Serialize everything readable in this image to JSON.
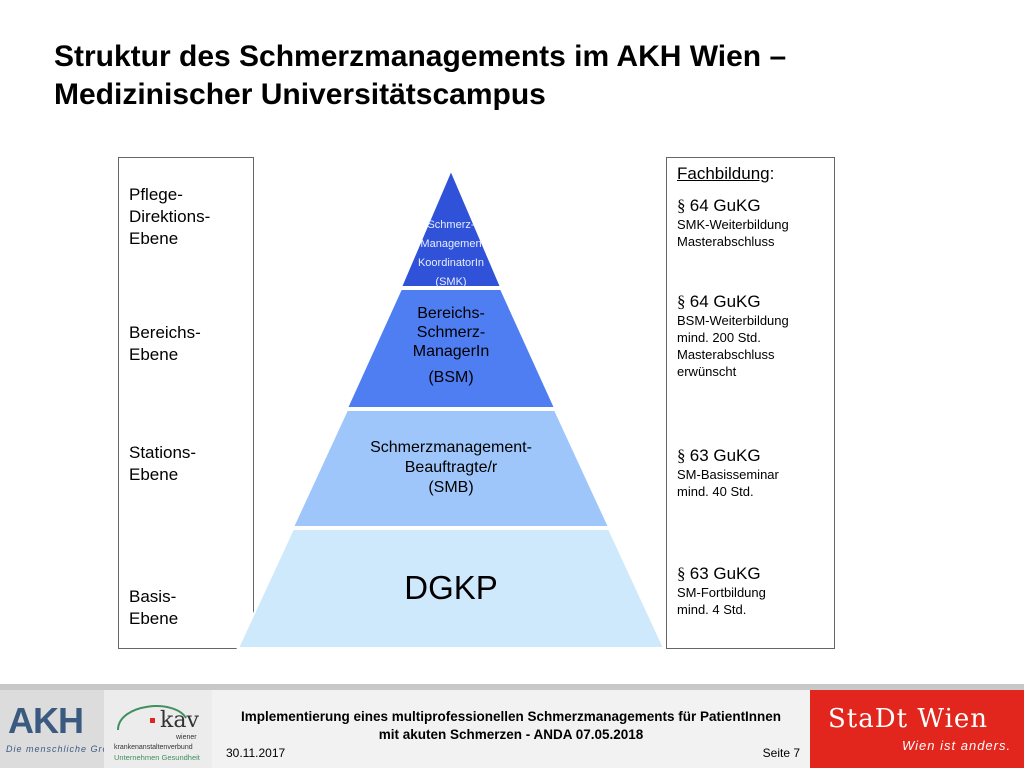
{
  "slide": {
    "title_line1": "Struktur des Schmerzmanagements im AKH Wien –",
    "title_line2": "Medizinischer Universitätscampus"
  },
  "levels": [
    {
      "line1": "Pflege-",
      "line2": "Direktions-",
      "line3": "Ebene"
    },
    {
      "line1": "Bereichs-",
      "line2": "Ebene"
    },
    {
      "line1": "Stations-",
      "line2": "Ebene"
    },
    {
      "line1": "Basis-",
      "line2": "Ebene"
    }
  ],
  "pyramid": {
    "tier1": {
      "lines": [
        "Schmerz-",
        "Managemen",
        "KoordinatorIn",
        "(SMK)"
      ],
      "color": "#2f52d8"
    },
    "tier2": {
      "lines": [
        "Bereichs-",
        "Schmerz-",
        "ManagerIn",
        "(BSM)"
      ],
      "color": "#4f7ef2"
    },
    "tier3": {
      "lines": [
        "Schmerzmanagement-",
        "Beauftragte/r",
        "(SMB)"
      ],
      "color": "#9ec6fb"
    },
    "tier4": {
      "lines": [
        "DGKP"
      ],
      "color": "#cfe9fc"
    }
  },
  "fachbildung": {
    "heading": "Fachbildung",
    "colon": ":",
    "entries": [
      {
        "para": "§",
        "law": "64 GuKG",
        "details": [
          "SMK-Weiterbildung",
          "Masterabschluss"
        ]
      },
      {
        "para": "§",
        "law": "64 GuKG",
        "details": [
          "BSM-Weiterbildung",
          "mind. 200 Std.",
          "Masterabschluss",
          "erwünscht"
        ]
      },
      {
        "para": "§",
        "law": "63 GuKG",
        "details": [
          "SM-Basisseminar",
          "mind. 40 Std."
        ]
      },
      {
        "para": "§",
        "law": "63 GuKG",
        "details": [
          "SM-Fortbildung",
          "mind. 4 Std."
        ]
      }
    ]
  },
  "footer": {
    "title_line1": "Implementierung eines multiprofessionellen Schmerzmanagements für PatientInnen",
    "title_line2": "mit akuten Schmerzen - ANDA 07.05.2018",
    "date": "30.11.2017",
    "page": "Seite 7",
    "akh_logo_text": "AKH",
    "akh_slogan": "Die menschliche Größe",
    "kav_logo_text": "kav",
    "kav_sub1": "wiener",
    "kav_sub2": "krankenanstaltenverbund",
    "kav_sub3": "Unternehmen Gesundheit",
    "wien_logo_main": "StaDt Wien",
    "wien_logo_sub": "Wien ist anders."
  },
  "colors": {
    "wien_red": "#e2261d",
    "pyramid_dark": "#2f52d8",
    "pyramid_mid": "#4f7ef2",
    "pyramid_light": "#9ec6fb",
    "pyramid_lightest": "#cfe9fc"
  }
}
